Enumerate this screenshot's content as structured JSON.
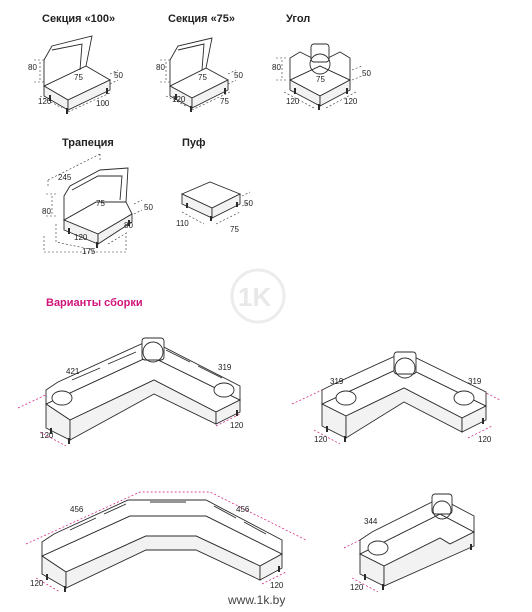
{
  "modules": {
    "sekcia100": {
      "title": "Секция «100»",
      "h": "80",
      "d": "75",
      "s": "50",
      "w": "120",
      "l": "100"
    },
    "sekcia75": {
      "title": "Секция «75»",
      "h": "80",
      "d": "75",
      "s": "50",
      "w": "120",
      "l": "75"
    },
    "ugol": {
      "title": "Угол",
      "h": "80",
      "d": "75",
      "s": "50",
      "w": "120",
      "l": "120"
    },
    "trapecia": {
      "title": "Трапеция",
      "top": "245",
      "h": "80",
      "d": "75",
      "s": "50",
      "w": "120",
      "l": "80",
      "bottom": "175"
    },
    "puf": {
      "title": "Пуф",
      "s": "50",
      "w": "110",
      "l": "75"
    }
  },
  "assembly": {
    "title": "Варианты сборки",
    "v1": {
      "a": "421",
      "b": "319",
      "w1": "120",
      "w2": "120"
    },
    "v2": {
      "a": "319",
      "b": "319",
      "w1": "120",
      "w2": "120"
    },
    "v3": {
      "a": "456",
      "b": "456",
      "w1": "120",
      "w2": "120"
    },
    "v4": {
      "a": "344",
      "w1": "120"
    }
  },
  "watermark": {
    "logo": "1K",
    "site": "www.1k.by"
  }
}
